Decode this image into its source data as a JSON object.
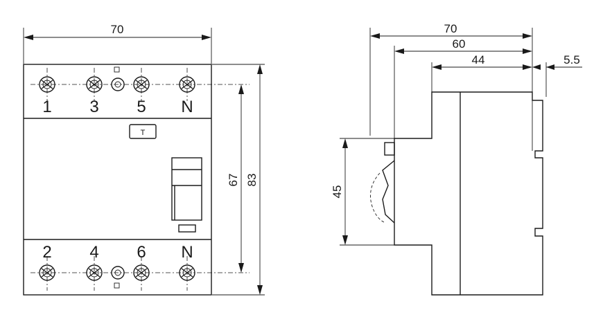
{
  "front_view": {
    "width_label": "70",
    "inner_height_label": "67",
    "outer_height_label": "83",
    "top_terminals": [
      "1",
      "3",
      "5",
      "N"
    ],
    "bottom_terminals": [
      "2",
      "4",
      "6",
      "N"
    ],
    "test_button_label": "T"
  },
  "side_view": {
    "depth_label_70": "70",
    "depth_label_60": "60",
    "depth_label_44": "44",
    "offset_label": "5.5",
    "rail_height_label": "45"
  }
}
